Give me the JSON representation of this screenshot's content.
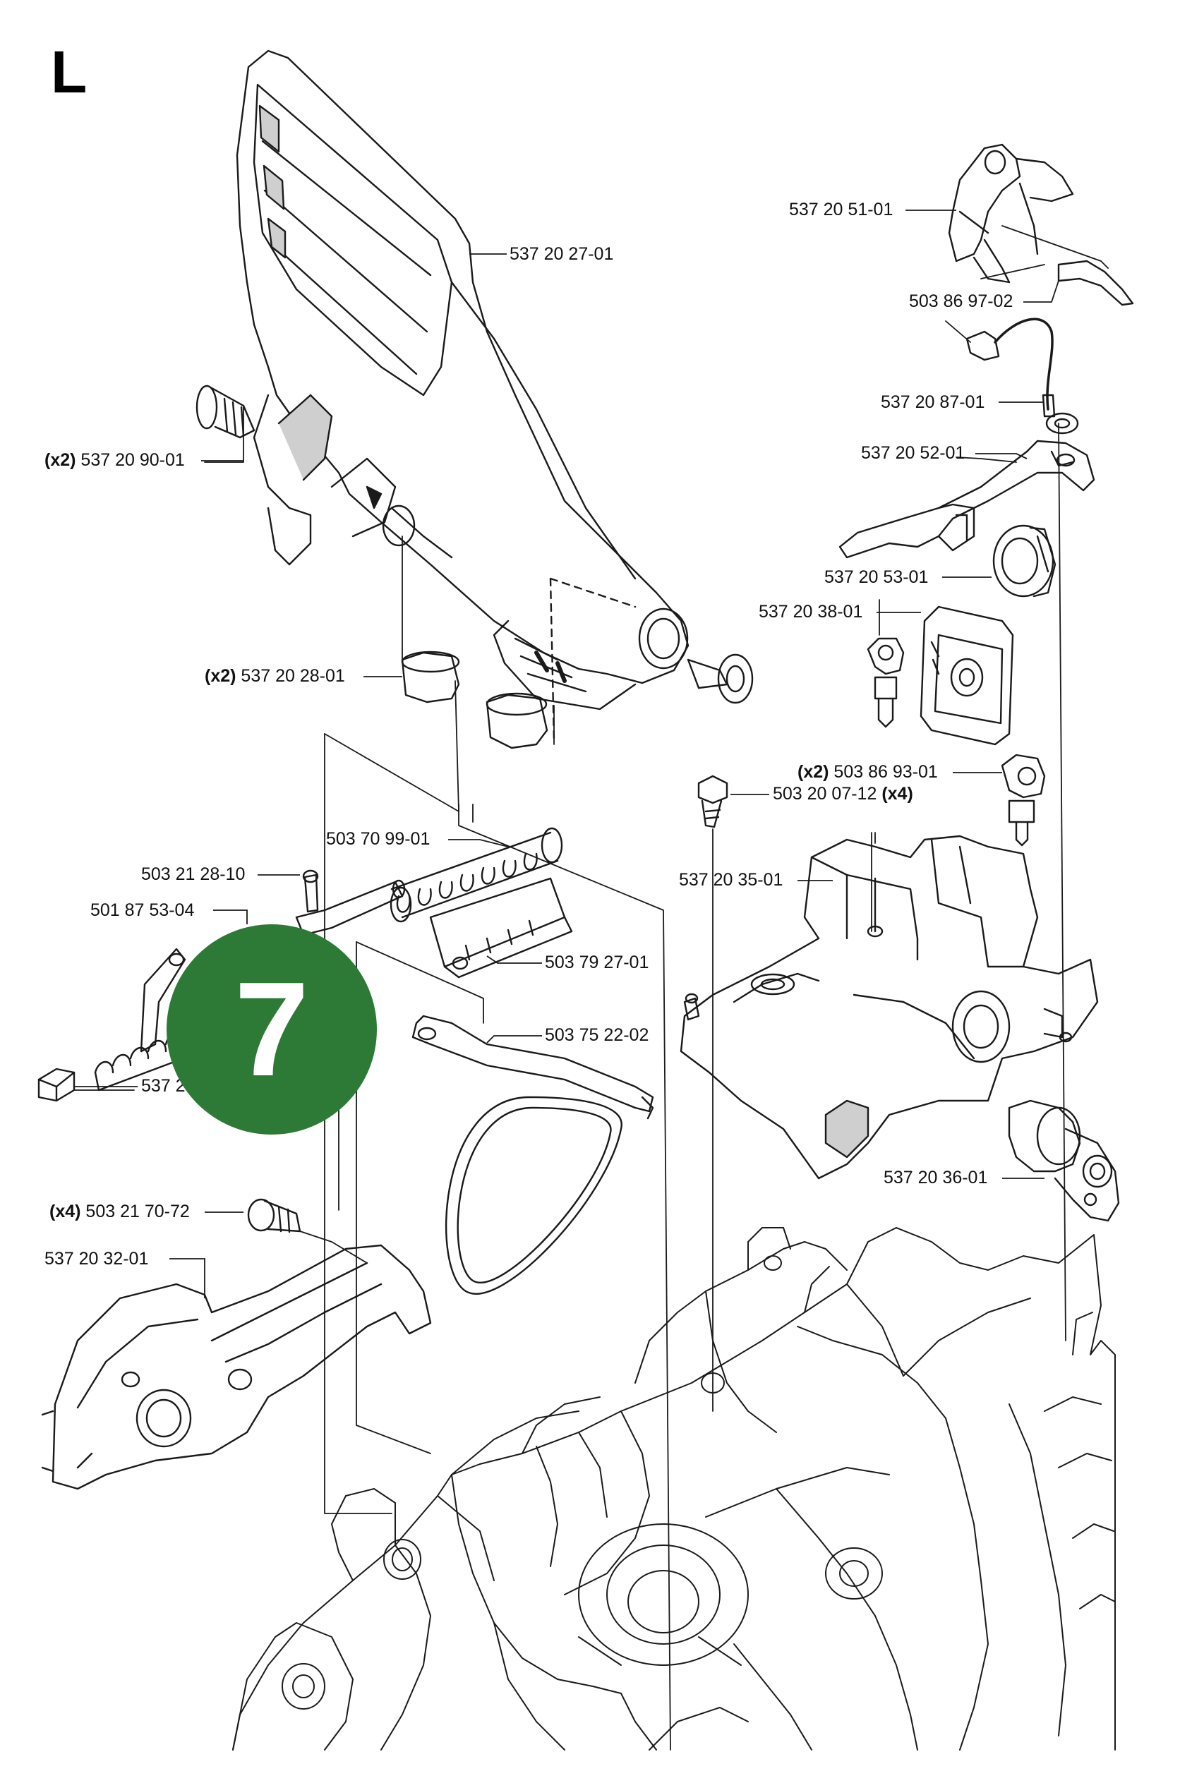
{
  "section": {
    "letter": "L"
  },
  "badge": {
    "number": "7",
    "color": "#2d7a37"
  },
  "colors": {
    "line": "#1a1a1a",
    "shade": "#cfcfcf",
    "background": "#ffffff"
  },
  "callouts": [
    {
      "id": "p1",
      "qty": "",
      "part": "537 20 27-01",
      "qty_suffix": ""
    },
    {
      "id": "p2",
      "qty": "(x2)",
      "part": "537 20 90-01",
      "qty_suffix": ""
    },
    {
      "id": "p3",
      "qty": "(x2)",
      "part": "537 20 28-01",
      "qty_suffix": ""
    },
    {
      "id": "p4",
      "qty": "",
      "part": "503 70 99-01",
      "qty_suffix": ""
    },
    {
      "id": "p5",
      "qty": "",
      "part": "503 21 28-10",
      "qty_suffix": ""
    },
    {
      "id": "p6",
      "qty": "",
      "part": "501 87 53-04",
      "qty_suffix": ""
    },
    {
      "id": "p7",
      "qty": "",
      "part": "503 79 27-01",
      "qty_suffix": ""
    },
    {
      "id": "p8",
      "qty": "",
      "part": "503 75 22-02",
      "qty_suffix": ""
    },
    {
      "id": "p9",
      "qty": "",
      "part": "537 2",
      "qty_suffix": ""
    },
    {
      "id": "p10",
      "qty": "(x4)",
      "part": "503 21 70-72",
      "qty_suffix": ""
    },
    {
      "id": "p11",
      "qty": "",
      "part": "537 20 32-01",
      "qty_suffix": ""
    },
    {
      "id": "p12",
      "qty": "",
      "part": "537 20 51-01",
      "qty_suffix": ""
    },
    {
      "id": "p13",
      "qty": "",
      "part": "503 86 97-02",
      "qty_suffix": ""
    },
    {
      "id": "p14",
      "qty": "",
      "part": "537 20 87-01",
      "qty_suffix": ""
    },
    {
      "id": "p15",
      "qty": "",
      "part": "537 20 52-01",
      "qty_suffix": ""
    },
    {
      "id": "p16",
      "qty": "",
      "part": "537 20 53-01",
      "qty_suffix": ""
    },
    {
      "id": "p17",
      "qty": "",
      "part": "537 20 38-01",
      "qty_suffix": ""
    },
    {
      "id": "p18",
      "qty": "(x2)",
      "part": "503 86 93-01",
      "qty_suffix": ""
    },
    {
      "id": "p19",
      "qty": "",
      "part": "503 20 07-12",
      "qty_suffix": "(x4)"
    },
    {
      "id": "p20",
      "qty": "",
      "part": "537 20 35-01",
      "qty_suffix": ""
    },
    {
      "id": "p21",
      "qty": "",
      "part": "537 20 36-01",
      "qty_suffix": ""
    }
  ]
}
